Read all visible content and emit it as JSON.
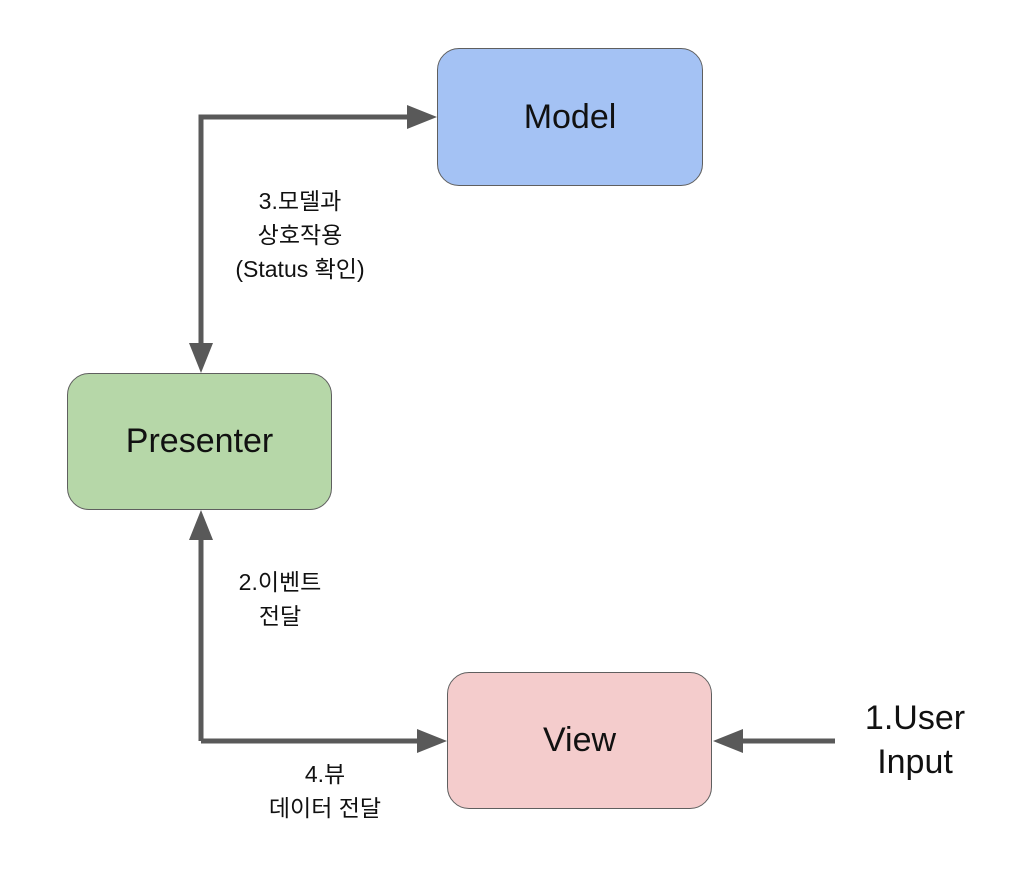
{
  "nodes": {
    "model": {
      "label": "Model",
      "color": "#a4c2f4"
    },
    "presenter": {
      "label": "Presenter",
      "color": "#b6d7a8"
    },
    "view": {
      "label": "View",
      "color": "#f4cccc"
    }
  },
  "edges": {
    "step1": {
      "lines": [
        "1.User",
        "Input"
      ]
    },
    "step2": {
      "lines": [
        "2.이벤트",
        "전달"
      ]
    },
    "step3": {
      "lines": [
        "3.모델과",
        "상호작용",
        "(Status 확인)"
      ]
    },
    "step4": {
      "lines": [
        "4.뷰",
        "데이터 전달"
      ]
    }
  },
  "colors": {
    "arrow": "#595959",
    "border": "#5f5f5f"
  }
}
